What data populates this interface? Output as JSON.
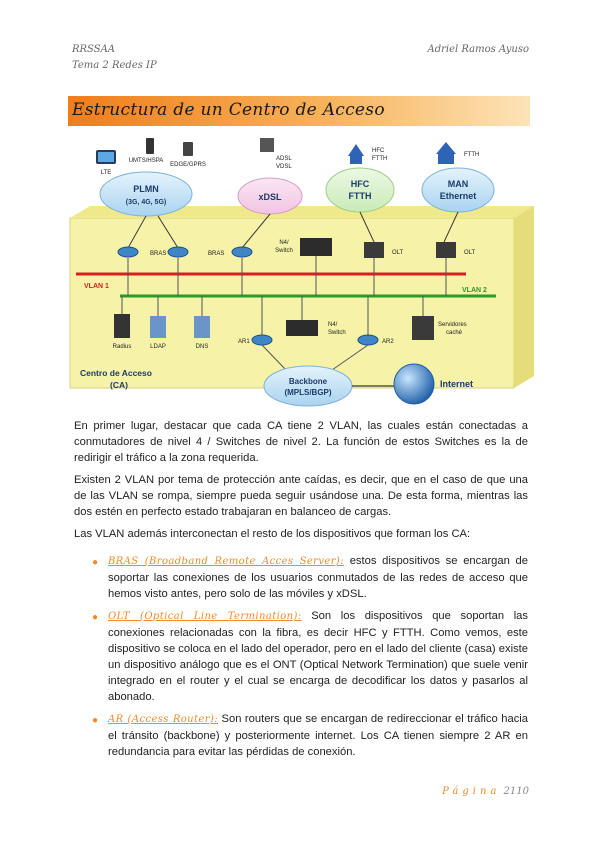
{
  "header": {
    "left_line1": "RRSSAA",
    "left_line2": "Tema 2 Redes IP",
    "right": "Adriel Ramos Ayuso"
  },
  "section_title": "Estructura de un Centro de Acceso",
  "diagram": {
    "clouds": {
      "plmn": "PLMN",
      "plmn_sub": "(3G, 4G, 5G)",
      "xdsl": "xDSL",
      "hfc": "HFC",
      "ftth": "FTTH",
      "man": "MAN",
      "ethernet": "Ethernet",
      "backbone": "Backbone",
      "backbone_sub": "(MPLS/BGP)"
    },
    "devices": {
      "lte": "LTE",
      "umts": "UMTS/HSPA",
      "edge": "EDGE/GPRS",
      "adsl": "ADSL",
      "vdsl": "VDSL",
      "hfc_top": "HFC",
      "ftth_top": "FTTH",
      "ftth_right": "FTTH",
      "bras1": "BRAS",
      "bras2": "BRAS",
      "n4_switch_top_1": "N4/",
      "n4_switch_top_2": "Switch",
      "olt1": "OLT",
      "olt2": "OLT",
      "vlan1": "VLAN 1",
      "vlan2": "VLAN 2",
      "radius": "Radius",
      "ldap": "LDAP",
      "dns": "DNS",
      "ar1": "AR1",
      "ar2": "AR2",
      "n4_switch_bot_1": "N4/",
      "n4_switch_bot_2": "Switch",
      "servers_1": "Servidores",
      "servers_2": "caché",
      "ca_1": "Centro de Acceso",
      "ca_2": "(CA)",
      "internet": "Internet"
    }
  },
  "paragraphs": {
    "p1": "En primer lugar, destacar que cada CA tiene 2 VLAN, las cuales están conectadas a conmutadores de nivel 4 / Switches de nivel 2. La función de estos Switches es la de redirigir el tráfico a la zona requerida.",
    "p2": "Existen 2 VLAN por tema de protección ante caídas, es decir, que en el caso de que una de las VLAN se rompa, siempre pueda seguir usándose una. De esta forma, mientras las dos estén en perfecto estado trabajaran en balanceo de cargas.",
    "p3": "Las VLAN además interconectan el resto de los dispositivos que forman los CA:"
  },
  "bullets": [
    {
      "term": "BRAS (Broadband Remote Acces Server):",
      "text": " estos dispositivos se encargan de soportar las conexiones de los usuarios conmutados de las redes de acceso que hemos visto antes, pero solo de las móviles y xDSL."
    },
    {
      "term": "OLT (Optical Line Termination):",
      "text": " Son los dispositivos que soportan las conexiones relacionadas con la fibra, es decir HFC y FTTH. Como vemos, este dispositivo se coloca en el lado del operador, pero en el lado del cliente (casa) existe un dispositivo análogo que es el ONT (Optical Network Termination) que suele venir integrado en el router y el cual se encarga de decodificar los datos y pasarlos al abonado."
    },
    {
      "term": "AR (Access Router):",
      "text": " Son routers que se encargan de redireccionar el tráfico hacia el tránsito (backbone) y posteriormente internet. Los CA tienen siempre 2 AR en redundancia para evitar las pérdidas de conexión."
    }
  ],
  "footer": {
    "label": "Página",
    "number": "2110"
  },
  "colors": {
    "accent_orange": "#f08a2a",
    "vlan1_red": "#d42020",
    "vlan2_green": "#2a9a2a",
    "ca_box_yellow": "#f6f3a8",
    "cloud_blue": "#bfe0f5"
  }
}
